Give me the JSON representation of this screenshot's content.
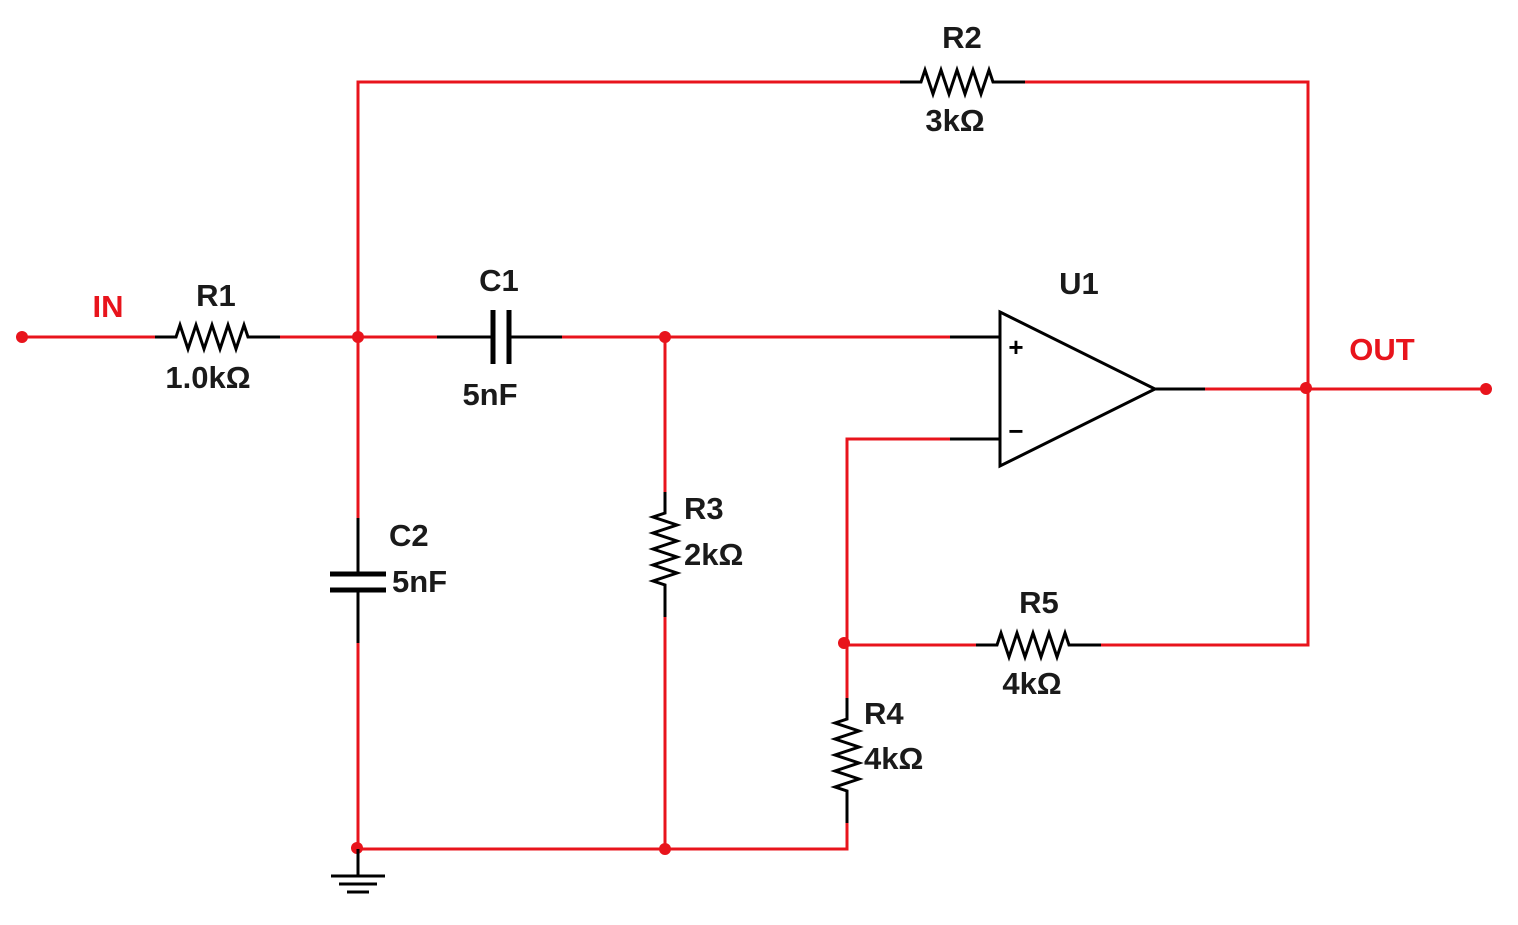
{
  "nets": {
    "in": "IN",
    "out": "OUT"
  },
  "components": {
    "r1": {
      "ref": "R1",
      "value": "1.0kΩ"
    },
    "r2": {
      "ref": "R2",
      "value": "3kΩ"
    },
    "r3": {
      "ref": "R3",
      "value": "2kΩ"
    },
    "r4": {
      "ref": "R4",
      "value": "4kΩ"
    },
    "r5": {
      "ref": "R5",
      "value": "4kΩ"
    },
    "c1": {
      "ref": "C1",
      "value": "5nF"
    },
    "c2": {
      "ref": "C2",
      "value": "5nF"
    },
    "u1": {
      "ref": "U1",
      "plus": "+",
      "minus": "−"
    }
  },
  "colors": {
    "wire": "#e8141c",
    "component": "#000000",
    "label": "#1a1a1a"
  }
}
